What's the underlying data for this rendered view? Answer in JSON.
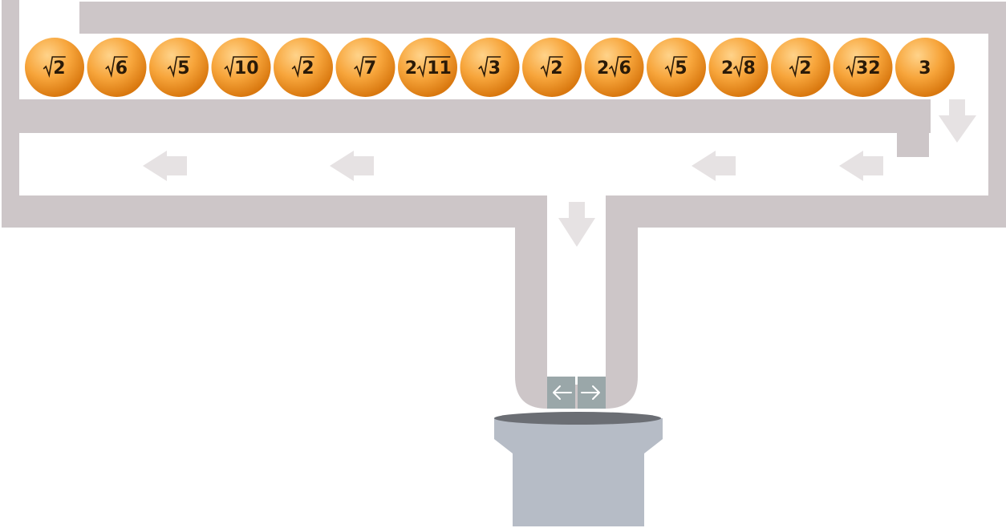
{
  "balls": [
    {
      "coef": "",
      "radicand": "2"
    },
    {
      "coef": "",
      "radicand": "6"
    },
    {
      "coef": "",
      "radicand": "5"
    },
    {
      "coef": "",
      "radicand": "10"
    },
    {
      "coef": "",
      "radicand": "2"
    },
    {
      "coef": "",
      "radicand": "7"
    },
    {
      "coef": "2",
      "radicand": "11"
    },
    {
      "coef": "",
      "radicand": "3"
    },
    {
      "coef": "",
      "radicand": "2"
    },
    {
      "coef": "2",
      "radicand": "6"
    },
    {
      "coef": "",
      "radicand": "5"
    },
    {
      "coef": "2",
      "radicand": "8"
    },
    {
      "coef": "",
      "radicand": "2"
    },
    {
      "coef": "",
      "radicand": "32"
    },
    {
      "coef": "3",
      "radicand": ""
    }
  ],
  "controls": {
    "gate_left_icon": "arrow-left-icon",
    "gate_right_icon": "arrow-right-icon"
  },
  "colors": {
    "pipe": "#cdc6c8",
    "flow_arrow": "#e6e2e3",
    "ball_light": "#ffd38a",
    "ball_mid": "#f7a53b",
    "ball_dark": "#d9780f",
    "gate_button": "#9aa7a9",
    "bin": "#b6bcc6",
    "bin_opening": "#6b6e74"
  }
}
